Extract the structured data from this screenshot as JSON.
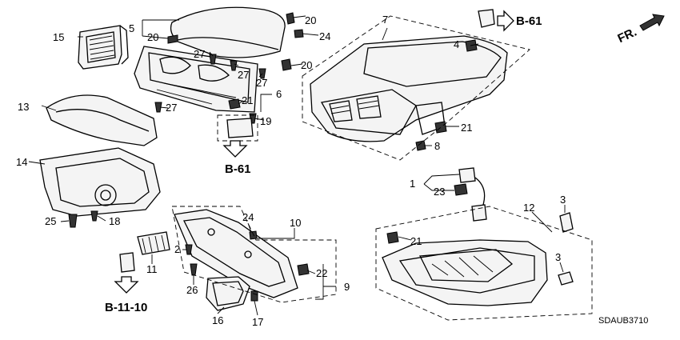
{
  "callouts": [
    {
      "id": "c1",
      "text": "1"
    },
    {
      "id": "c2",
      "text": "2"
    },
    {
      "id": "c3a",
      "text": "3"
    },
    {
      "id": "c3b",
      "text": "3"
    },
    {
      "id": "c4",
      "text": "4"
    },
    {
      "id": "c5",
      "text": "5"
    },
    {
      "id": "c6",
      "text": "6"
    },
    {
      "id": "c7",
      "text": "7"
    },
    {
      "id": "c8",
      "text": "8"
    },
    {
      "id": "c9",
      "text": "9"
    },
    {
      "id": "c10",
      "text": "10"
    },
    {
      "id": "c11",
      "text": "11"
    },
    {
      "id": "c12",
      "text": "12"
    },
    {
      "id": "c13",
      "text": "13"
    },
    {
      "id": "c14",
      "text": "14"
    },
    {
      "id": "c15",
      "text": "15"
    },
    {
      "id": "c16",
      "text": "16"
    },
    {
      "id": "c17",
      "text": "17"
    },
    {
      "id": "c18",
      "text": "18"
    },
    {
      "id": "c19",
      "text": "19"
    },
    {
      "id": "c20a",
      "text": "20"
    },
    {
      "id": "c20b",
      "text": "20"
    },
    {
      "id": "c20c",
      "text": "20"
    },
    {
      "id": "c21a",
      "text": "21"
    },
    {
      "id": "c21b",
      "text": "21"
    },
    {
      "id": "c21c",
      "text": "21"
    },
    {
      "id": "c22",
      "text": "22"
    },
    {
      "id": "c23",
      "text": "23"
    },
    {
      "id": "c24a",
      "text": "24"
    },
    {
      "id": "c24b",
      "text": "24"
    },
    {
      "id": "c25",
      "text": "25"
    },
    {
      "id": "c26",
      "text": "26"
    },
    {
      "id": "c27a",
      "text": "27"
    },
    {
      "id": "c27b",
      "text": "27"
    },
    {
      "id": "c27c",
      "text": "27"
    },
    {
      "id": "c27d",
      "text": "27"
    }
  ],
  "references": {
    "b61_top": "B-61",
    "b61_mid": "B-61",
    "b1110": "B-11-10"
  },
  "direction_label": "FR.",
  "diagram_code": "SDAUB3710"
}
